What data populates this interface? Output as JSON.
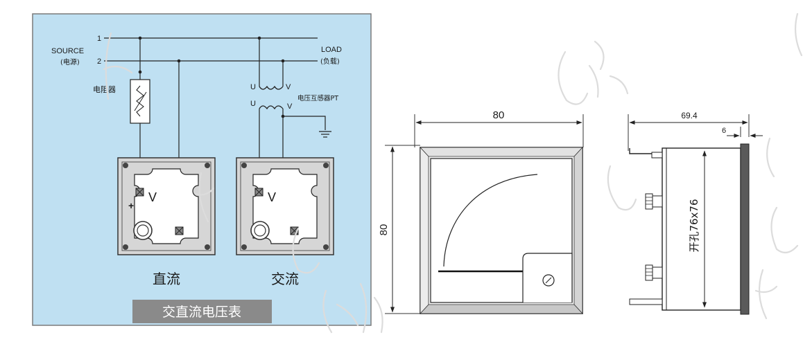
{
  "wiring_diagram": {
    "source_label": "SOURCE",
    "source_cn": "(电源)",
    "load_label": "LOAD",
    "load_cn": "(负载)",
    "line_1": "1",
    "line_2": "2",
    "shunt_label": "电阻器",
    "pt_label": "电压互感器PT",
    "pt_u_top": "U",
    "pt_v_top": "V",
    "pt_u_bottom": "U",
    "pt_v_bottom": "V",
    "dc_meter_symbol": "V",
    "dc_plus": "+",
    "ac_meter_symbol": "V",
    "dc_caption": "直流",
    "ac_caption": "交流",
    "footer_caption": "交直流电压表",
    "panel_color": "#bfe0f2"
  },
  "front_view": {
    "width_dim": "80",
    "height_dim": "80"
  },
  "side_view": {
    "depth_dim": "69.4",
    "flange_dim": "6",
    "cutout_label": "开孔76x76"
  }
}
